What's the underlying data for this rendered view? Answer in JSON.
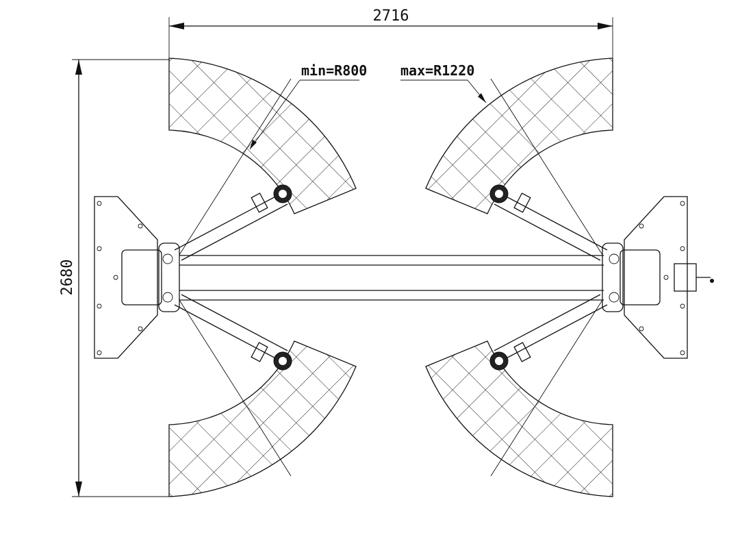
{
  "drawing": {
    "title": "Two-post lift top view",
    "width_dimension": "2716",
    "depth_dimension": "2680",
    "min_radius_label": "min=R800",
    "max_radius_label": "max=R1220"
  },
  "colors": {
    "line": "#111111",
    "background": "#ffffff"
  }
}
